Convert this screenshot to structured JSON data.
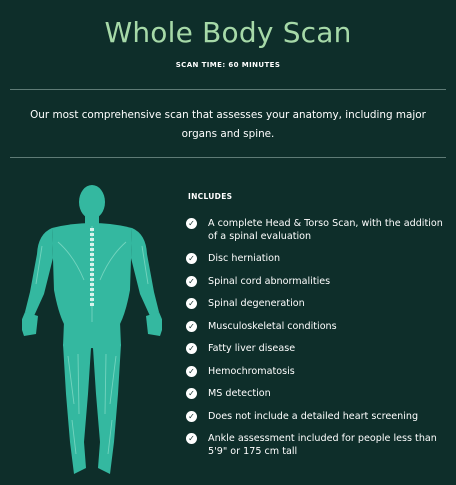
{
  "header": {
    "title": "Whole Body Scan",
    "scan_time": "SCAN TIME: 60 MINUTES"
  },
  "description": "Our most comprehensive scan that assesses your anatomy, including major organs and spine.",
  "includes": {
    "title": "INCLUDES",
    "items": [
      "A complete Head & Torso Scan, with the addition of a spinal evaluation",
      "Disc herniation",
      "Spinal cord abnormalities",
      "Spinal degeneration",
      "Musculoskeletal conditions",
      "Fatty liver disease",
      "Hemochromatosis",
      "MS detection",
      "Does not include a detailed heart screening",
      "Ankle assessment included for people less than 5'9\" or 175 cm tall"
    ]
  },
  "colors": {
    "background": "#0e2e2a",
    "title": "#a6d9a8",
    "figure": "#34b8a0"
  },
  "icons": {
    "check": "check-circle-icon",
    "figure": "body-anatomy-illustration"
  }
}
